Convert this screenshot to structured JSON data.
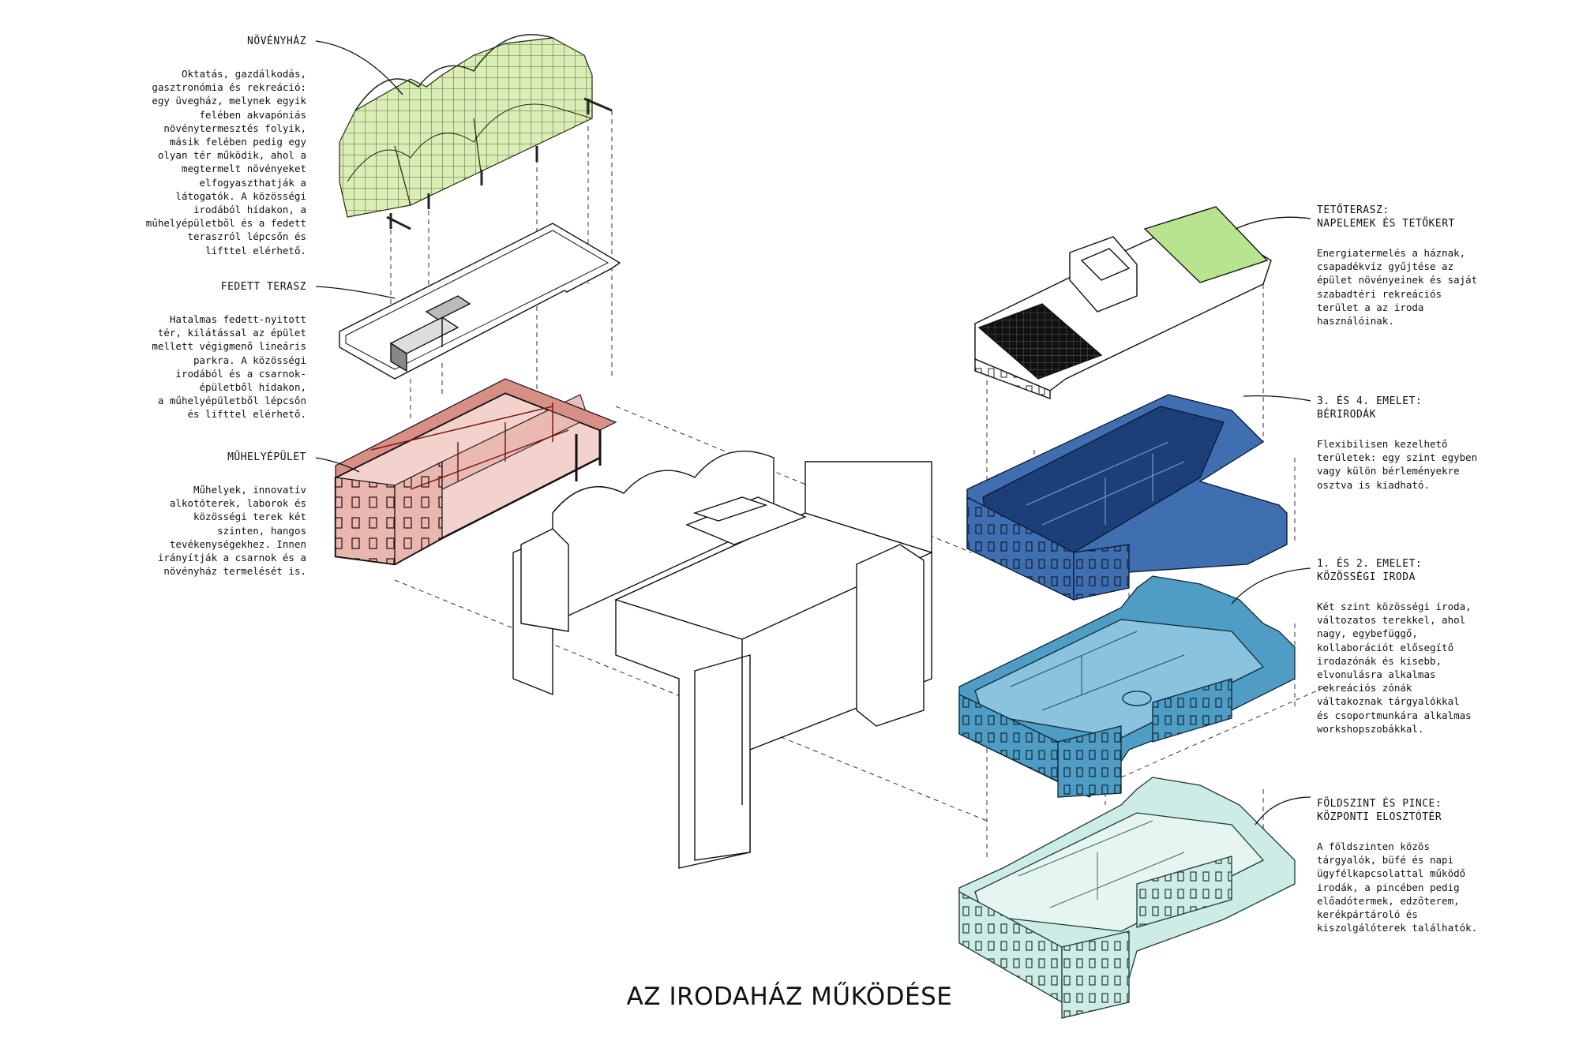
{
  "title": "AZ IRODAHÁZ MŰKÖDÉSE",
  "colors": {
    "greenhouse": "#d9edb5",
    "workshop": "#e9b7b0",
    "rental": "#3f6fb0",
    "community": "#4f9cc5",
    "ground": "#cdece5",
    "roof_garden": "#b8e38f",
    "solar": "#111111"
  },
  "labels": {
    "greenhouse": {
      "title": "NÖVÉNYHÁZ",
      "body": "Oktatás, gazdálkodás,\ngasztronómia és rekreáció:\negy üvegház, melynek egyik\nfelében akvapóniás\nnövénytermesztés folyik,\nmásik felében pedig egy\nolyan tér működik, ahol a\nmegtermelt növényeket\nelfogyaszthatják a\nlátogatók. A közösségi\nirodából hídakon, a\nműhelyépületből és a fedett\nteraszról lépcsőn és\nlifttel elérhető."
    },
    "terrace": {
      "title": "FEDETT TERASZ",
      "body": "Hatalmas fedett-nyitott\ntér, kilátással az épület\nmellett végigmenő lineáris\nparkra. A közösségi\nirodából és a csarnok-\népületből hídakon,\na műhelyépületből lépcsőn\nés lifttel elérhető."
    },
    "workshop": {
      "title": "MŰHELYÉPÜLET",
      "body": "Műhelyek, innovatív\nalkotóterek, laborok és\nközösségi terek két\nszinten, hangos\ntevékenységekhez. Innen\nirányítják a csarnok és a\nnövényház termelését is."
    },
    "roof": {
      "title": "TETŐTERASZ:\nNAPELEMEK ÉS TETŐKERT",
      "body": "Energiatermelés a háznak,\ncsapadékvíz gyűjtése az\népület növényeinek és saját\nszabadtéri rekreációs\nterület a az iroda\nhasználóinak."
    },
    "floors34": {
      "title": "3. ÉS 4. EMELET:\nBÉRIRODÁK",
      "body": "Flexibilisen kezelhető\nterületek: egy szint egyben\nvagy külön bérleményekre\nosztva is kiadható."
    },
    "floors12": {
      "title": "1. ÉS 2. EMELET:\nKÖZÖSSÉGI IRODA",
      "body": "Két szint közösségi iroda,\nváltozatos terekkel, ahol\nnagy, egybefüggő,\nkollaborációt elősegítő\nirodazónák és kisebb,\nelvonulásra alkalmas\nrekreációs zónák\nváltakoznak tárgyalókkal\nés csoportmunkára alkalmas\nworkshopszobákkal."
    },
    "ground": {
      "title": "FÖLDSZINT ÉS PINCE:\nKÖZPONTI ELOSZTÓTÉR",
      "body": "A földszinten közös\ntárgyalók, büfé és napi\nügyfélkapcsolattal működő\nirodák, a pincében pedig\nelőadótermek, edzőterem,\nkerékpártároló és\nkiszolgálóterek találhatók."
    }
  }
}
